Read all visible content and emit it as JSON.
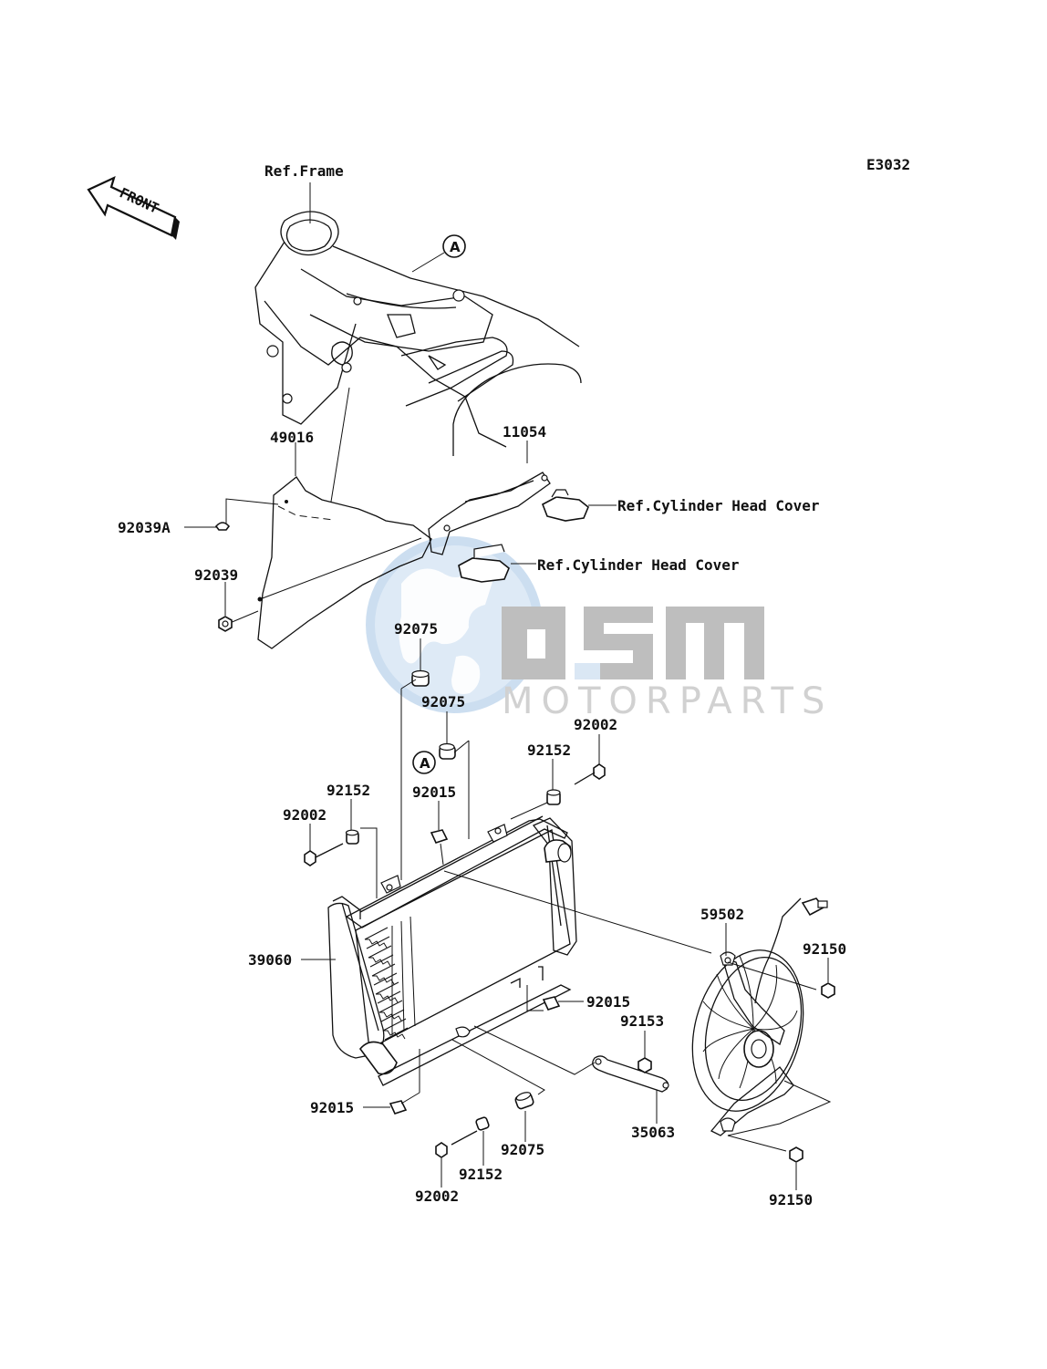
{
  "diagram_code": "E3032",
  "front_indicator": "FRONT",
  "callout_letter": "A",
  "watermark": {
    "logo": "OSM",
    "tagline": "MOTORPARTS",
    "colors": {
      "globe": "#c9dcef",
      "letters": "#b3b3b3",
      "accent": "#cfe0f2"
    }
  },
  "refs": {
    "frame": "Ref.Frame",
    "cylinder_head_cover_1": "Ref.Cylinder Head Cover",
    "cylinder_head_cover_2": "Ref.Cylinder Head Cover"
  },
  "parts": {
    "p49016": "49016",
    "p11054": "11054",
    "p92039A": "92039A",
    "p92039": "92039",
    "p92075_a": "92075",
    "p92075_b": "92075",
    "p92075_c": "92075",
    "p92002_a": "92002",
    "p92002_b": "92002",
    "p92002_c": "92002",
    "p92152_a": "92152",
    "p92152_b": "92152",
    "p92152_c": "92152",
    "p92015_a": "92015",
    "p92015_b": "92015",
    "p92015_c": "92015",
    "p39060": "39060",
    "p59502": "59502",
    "p92150_a": "92150",
    "p92150_b": "92150",
    "p92153": "92153",
    "p35063": "35063"
  }
}
